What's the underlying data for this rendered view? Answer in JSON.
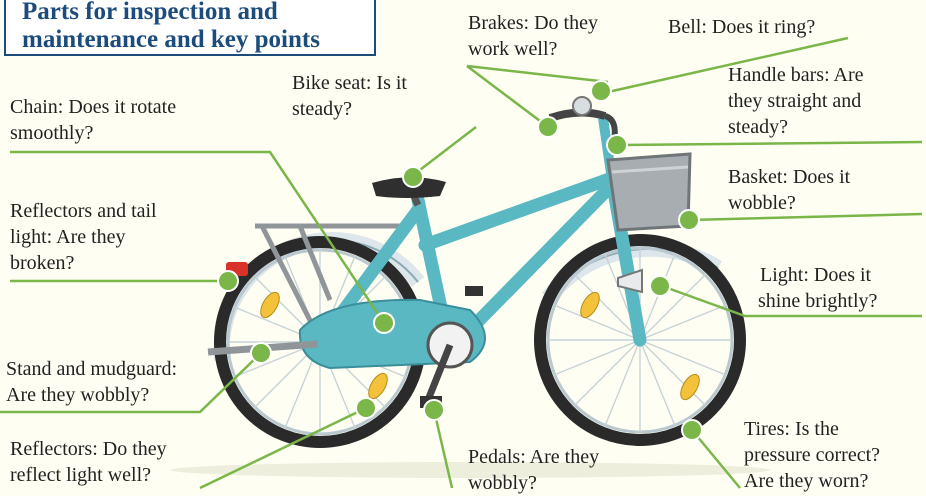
{
  "title": {
    "line1": "Parts for inspection and",
    "line2": "maintenance and key points"
  },
  "labels": {
    "brakes": [
      "Brakes: Do they",
      "work well?"
    ],
    "bell": [
      "Bell: Does it ring?"
    ],
    "bike_seat": [
      "Bike seat: Is it",
      "steady?"
    ],
    "handle_bars": [
      "Handle bars: Are",
      "they straight and",
      "steady?"
    ],
    "chain": [
      "Chain: Does it rotate",
      "smoothly?"
    ],
    "basket": [
      "Basket: Does it",
      "wobble?"
    ],
    "reflectors_tail": [
      "Reflectors and tail",
      "light: Are they",
      "broken?"
    ],
    "light": [
      "Light: Does it",
      "shine brightly?"
    ],
    "stand_mudguard": [
      "Stand and mudguard:",
      "Are they wobbly?"
    ],
    "reflectors": [
      "Reflectors: Do they",
      "reflect light well?"
    ],
    "pedals": [
      "Pedals: Are they",
      "wobbly?"
    ],
    "tires": [
      "Tires: Is the",
      "pressure correct?",
      "Are they worn?"
    ]
  },
  "colors": {
    "frame": "#5ab8c2",
    "frame_dark": "#3a8e99",
    "leader": "#7ab648",
    "title_text": "#1c4c7c",
    "background": "#fffef3"
  }
}
